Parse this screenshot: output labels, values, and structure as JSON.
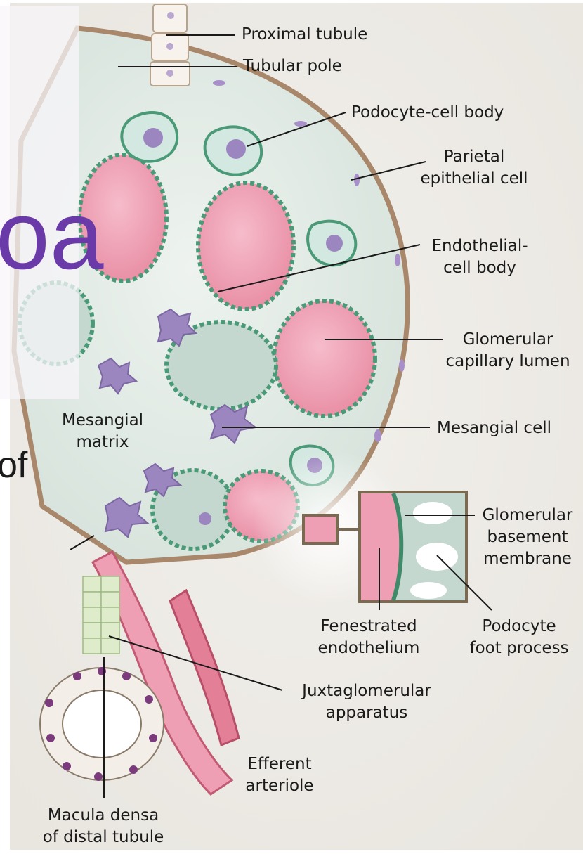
{
  "labels": {
    "proximal_tubule": "Proximal tubule",
    "tubular_pole": "Tubular pole",
    "podocyte_cell_body": "Podocyte-cell body",
    "parietal_epithelial_cell": [
      "Parietal",
      "epithelial cell"
    ],
    "endothelial_cell_body": [
      "Endothelial-",
      "cell body"
    ],
    "glomerular_capillary_lumen": [
      "Glomerular",
      "capillary lumen"
    ],
    "mesangial_matrix": [
      "Mesangial",
      "matrix"
    ],
    "mesangial_cell": "Mesangial cell",
    "glomerular_basement_membrane": [
      "Glomerular",
      "basement",
      "membrane"
    ],
    "fenestrated_endothelium": [
      "Fenestrated",
      "endothelium"
    ],
    "podocyte_foot_process": [
      "Podocyte",
      "foot process"
    ],
    "juxtaglomerular_apparatus": [
      "Juxtaglomerular",
      "apparatus"
    ],
    "efferent_arteriole": [
      "Efferent",
      "arteriole"
    ],
    "macula_densa": [
      "Macula densa",
      "of distal tubule"
    ]
  },
  "slide_overlay": {
    "fragment_large": "oa",
    "fragment_small": "of"
  },
  "colors": {
    "background": "#eeebe6",
    "capillary_lumen": "#ee9fb3",
    "podocyte": "#d3e8e0",
    "podocyte_outline": "#4a9a78",
    "mesangial_cell": "#9c86bf",
    "capsule": "#a8876a",
    "inset_frame": "#7a6a52",
    "slide_text": "#6a3aa8"
  }
}
